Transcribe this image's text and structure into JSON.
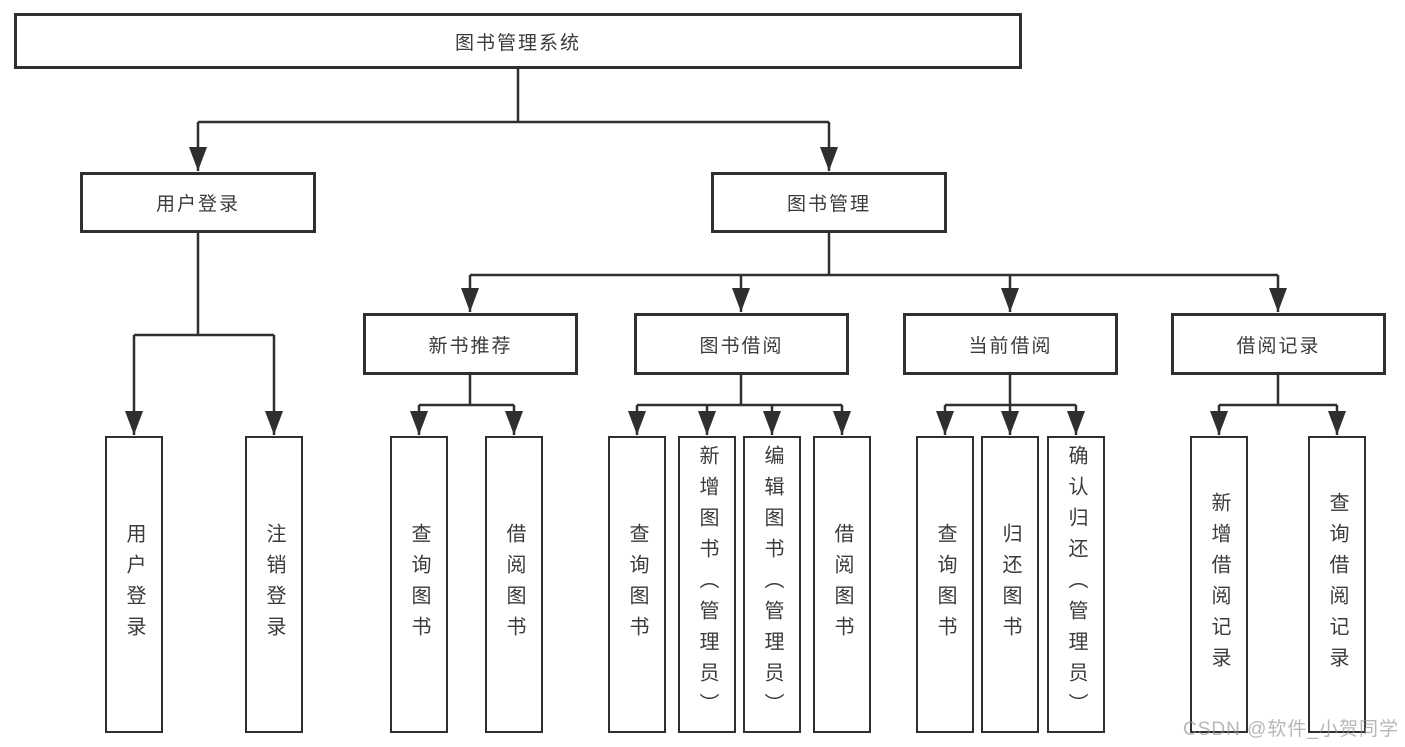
{
  "diagram": {
    "root": "图书管理系统",
    "branch_login": {
      "label": "用户登录",
      "children": [
        "用户登录",
        "注销登录"
      ]
    },
    "branch_mgmt": {
      "label": "图书管理",
      "groups": [
        {
          "label": "新书推荐",
          "children": [
            "查询图书",
            "借阅图书"
          ]
        },
        {
          "label": "图书借阅",
          "children": [
            "查询图书",
            "新增图书（管理员）",
            "编辑图书（管理员）",
            "借阅图书"
          ]
        },
        {
          "label": "当前借阅",
          "children": [
            "查询图书",
            "归还图书",
            "确认归还（管理员）"
          ]
        },
        {
          "label": "借阅记录",
          "children": [
            "新增借阅记录",
            "查询借阅记录"
          ]
        }
      ]
    },
    "watermark": "CSDN @软件_小贺同学",
    "colors": {
      "line": "#2f2f2f",
      "text": "#3b3b3b",
      "watermark": "#919191",
      "background": "#ffffff"
    }
  }
}
